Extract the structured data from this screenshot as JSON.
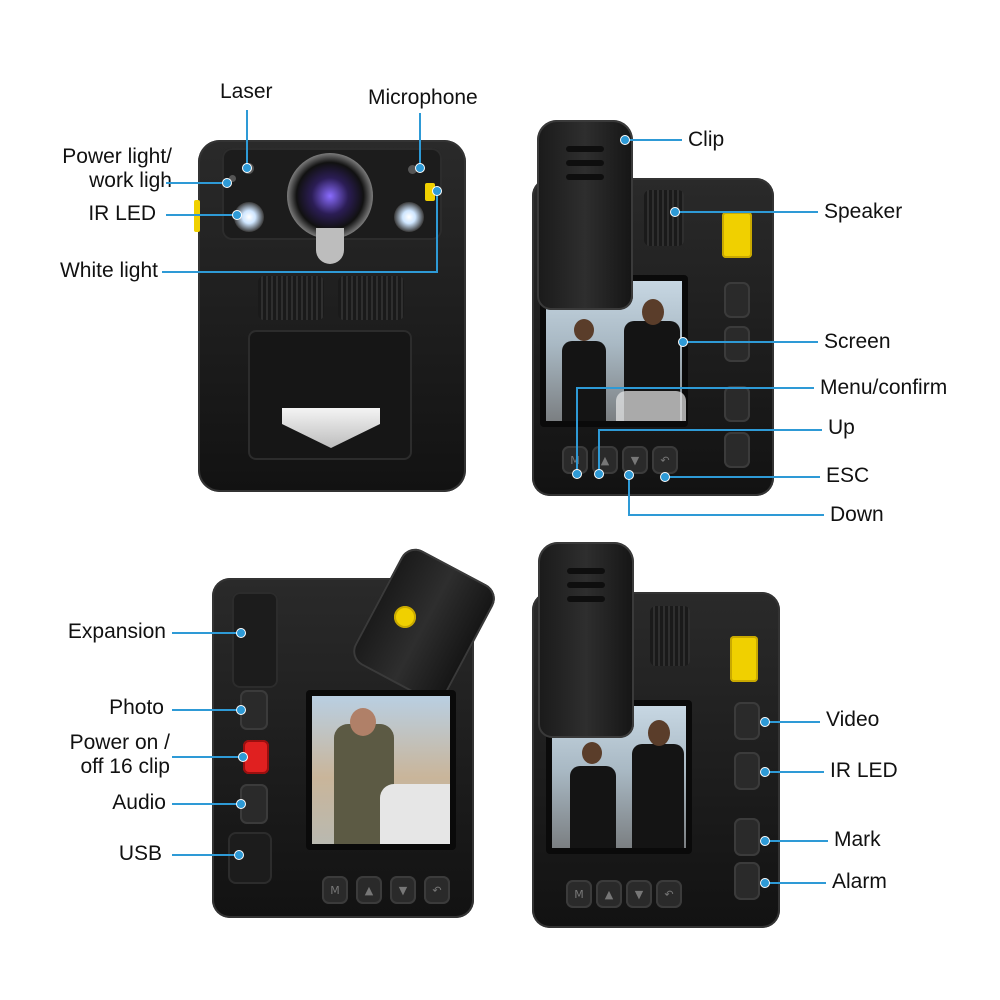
{
  "labels": {
    "laser": "Laser",
    "microphone": "Microphone",
    "power_light": "Power light/\nwork ligh",
    "ir_led_front": "IR LED",
    "white_light": "White light",
    "clip": "Clip",
    "speaker": "Speaker",
    "screen": "Screen",
    "menu_confirm": "Menu/confirm",
    "up": "Up",
    "esc": "ESC",
    "down": "Down",
    "expansion": "Expansion",
    "photo": "Photo",
    "power_on_off": "Power on /\noff  16 clip",
    "audio": "Audio",
    "usb": "USB",
    "video": "Video",
    "ir_led_side": "IR LED",
    "mark": "Mark",
    "alarm": "Alarm"
  },
  "button_glyphs": {
    "menu": "M",
    "up": "▲",
    "down": "▼",
    "esc": "↶"
  },
  "colors": {
    "callout": "#2e9ad6",
    "body": "#1a1a1a",
    "highlight_yellow": "#f0d000",
    "power_red": "#e02020"
  }
}
